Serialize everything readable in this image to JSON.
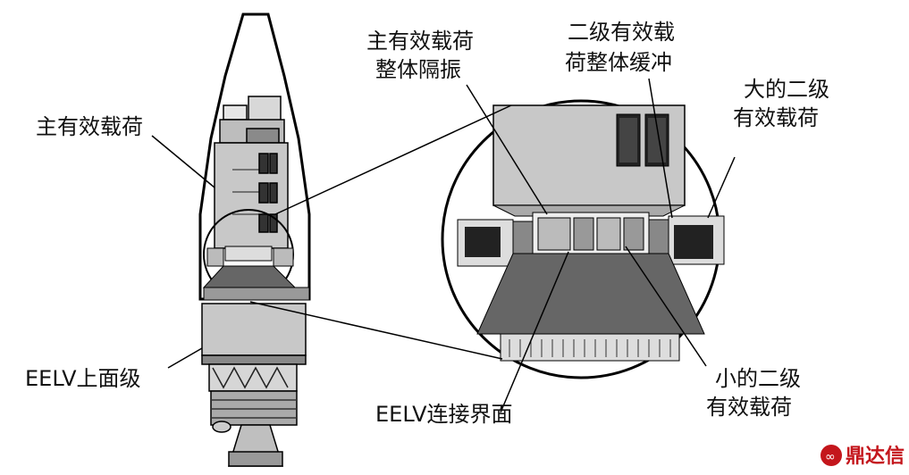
{
  "labels": {
    "main_payload": "主有效载荷",
    "main_payload_isolation_1": "主有效载荷",
    "main_payload_isolation_2": "整体隔振",
    "secondary_buffer_1": "二级有效载",
    "secondary_buffer_2": "荷整体缓冲",
    "large_secondary_1": "大的二级",
    "large_secondary_2": "有效载荷",
    "eelv_upper_stage": "EELV上面级",
    "eelv_interface": "EELV连接界面",
    "small_secondary_1": "小的二级",
    "small_secondary_2": "有效载荷"
  },
  "watermark": {
    "text": "鼎达信",
    "color": "#c4161c"
  }
}
